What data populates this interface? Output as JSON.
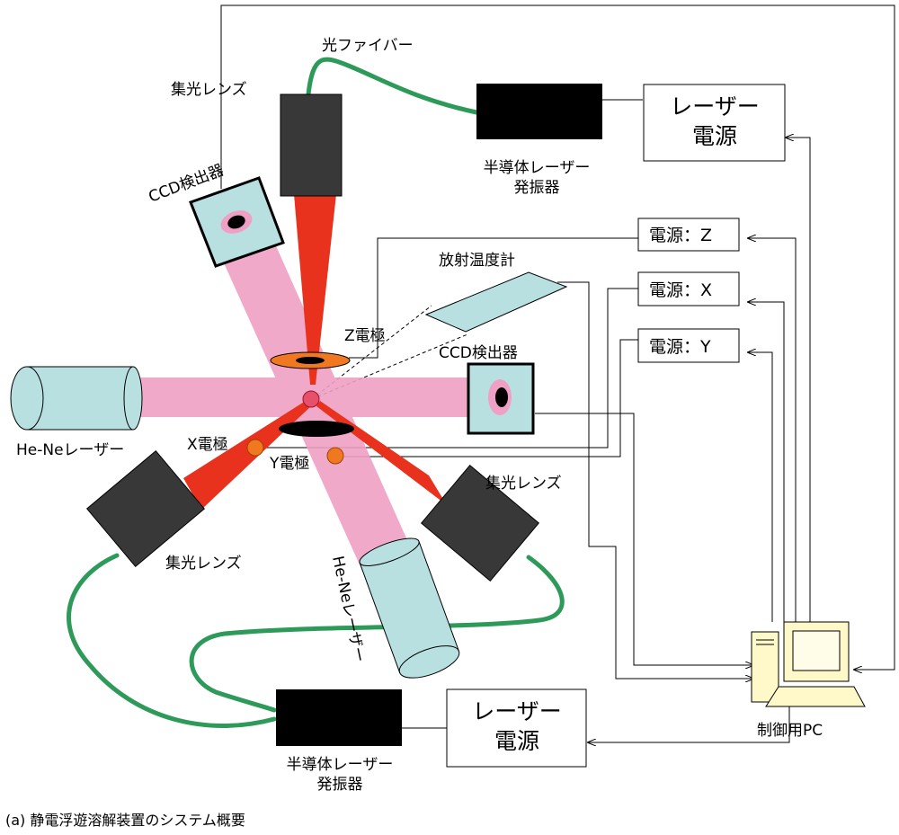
{
  "labels": {
    "optical_fiber": "光ファイバー",
    "focus_lens_top": "集光レンズ",
    "focus_lens_left": "集光レンズ",
    "focus_lens_right": "集光レンズ",
    "laser_power_top": "レーザー\n電源",
    "laser_power_bottom": "レーザー\n電源",
    "semiconductor_laser_top": "半導体レーザー\n発振器",
    "semiconductor_laser_bottom": "半導体レーザー\n発振器",
    "ccd_detector_top": "CCD検出器",
    "ccd_detector_right": "CCD検出器",
    "power_z": "電源：Z",
    "power_x": "電源：X",
    "power_y": "電源：Y",
    "pyrometer": "放射温度計",
    "z_electrode": "Z電極",
    "x_electrode": "X電極",
    "y_electrode": "Y電極",
    "he_ne_laser_left": "He-Neレーザー",
    "he_ne_laser_bottom": "He-Neレーザー",
    "control_pc": "制御用PC",
    "caption": "(a) 静電浮遊溶解装置のシステム概要"
  },
  "colors": {
    "laser_red": "#e8321e",
    "pink_beam": "#f0a0c4",
    "light_blue": "#b8e0e0",
    "fiber_green": "#2e9a5a",
    "orange": "#f07820",
    "dark_device": "#383838",
    "pc_yellow": "#fff8c8"
  }
}
